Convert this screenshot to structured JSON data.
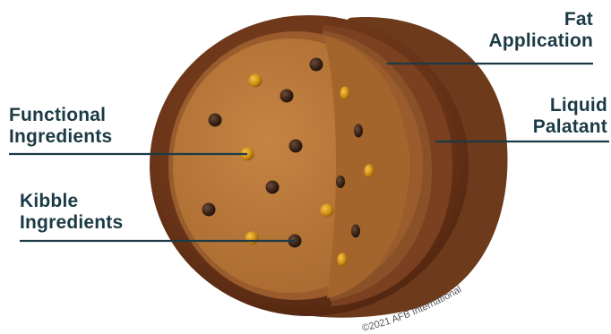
{
  "labels": {
    "fat_application": {
      "line1": "Fat",
      "line2": "Application"
    },
    "liquid_palatant": {
      "line1": "Liquid",
      "line2": "Palatant"
    },
    "functional_ingredients": {
      "line1": "Functional",
      "line2": "Ingredients"
    },
    "kibble_ingredients": {
      "line1": "Kibble",
      "line2": "Ingredients"
    }
  },
  "copyright": "©2021 AFB International",
  "colors": {
    "label_text": "#1b3a45",
    "leader_line": "#1b3a45",
    "outer_shell": "#6e3a1c",
    "palatant_layer": "#8a4f26",
    "kibble_face": "#b8773d",
    "dark_particle": "#3b2418",
    "gold_particle": "#c98a12"
  }
}
